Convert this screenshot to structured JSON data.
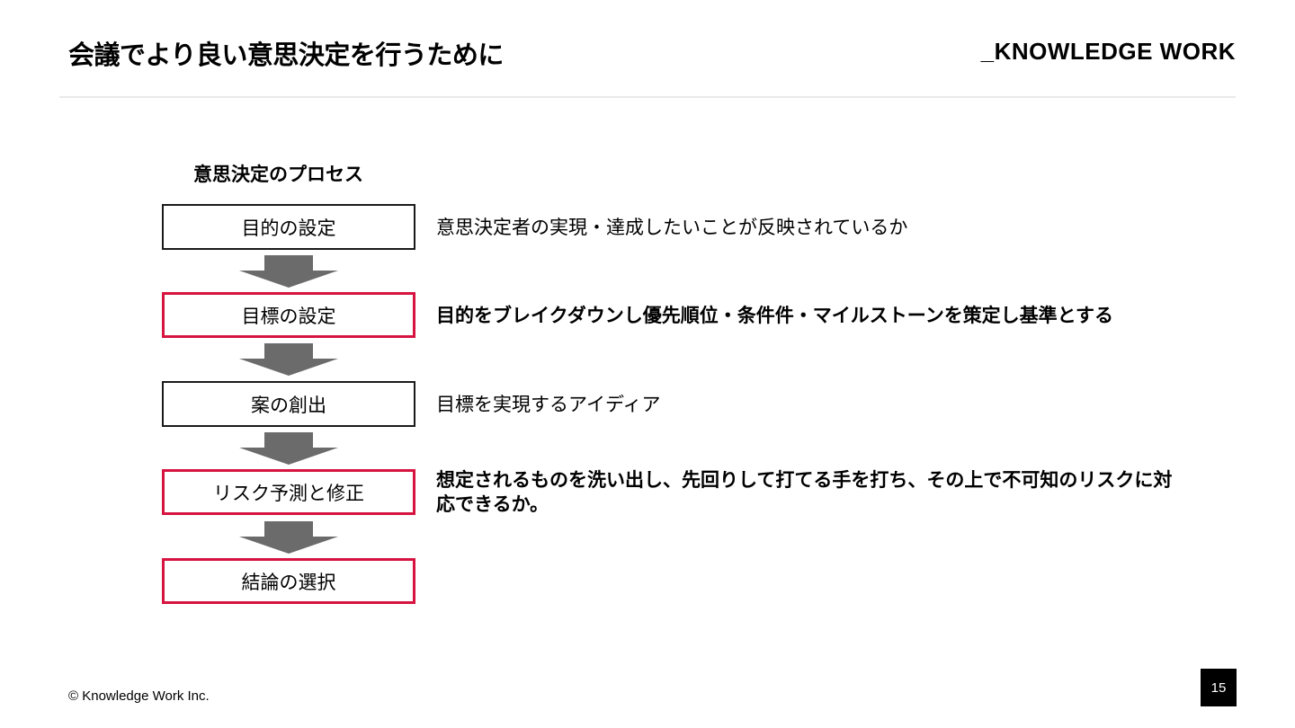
{
  "header": {
    "title": "会議でより良い意思決定を行うために",
    "brand": "_KNOWLEDGE WORK"
  },
  "diagram": {
    "heading": "意思決定のプロセス",
    "steps": [
      {
        "label": "目的の設定",
        "highlight": false
      },
      {
        "label": "目標の設定",
        "highlight": true
      },
      {
        "label": "案の創出",
        "highlight": false
      },
      {
        "label": "リスク予測と修正",
        "highlight": true
      },
      {
        "label": "結論の選択",
        "highlight": true
      }
    ],
    "descriptions": [
      {
        "text": "意思決定者の実現・達成したいことが反映されているか",
        "bold": false
      },
      {
        "text": "目的をブレイクダウンし優先順位・条件件・マイルストーンを策定し基準とする",
        "bold": true
      },
      {
        "text": "目標を実現するアイディア",
        "bold": false
      },
      {
        "text": "想定されるものを洗い出し、先回りして打てる手を打ち、その上で不可知のリスクに対応できるか。",
        "bold": true
      }
    ],
    "colors": {
      "highlight_border": "#d6143f",
      "normal_border": "#1a1a1a",
      "arrow": "#6b6b6b"
    }
  },
  "footer": {
    "copyright": "© Knowledge Work Inc.",
    "page_number": "15"
  }
}
